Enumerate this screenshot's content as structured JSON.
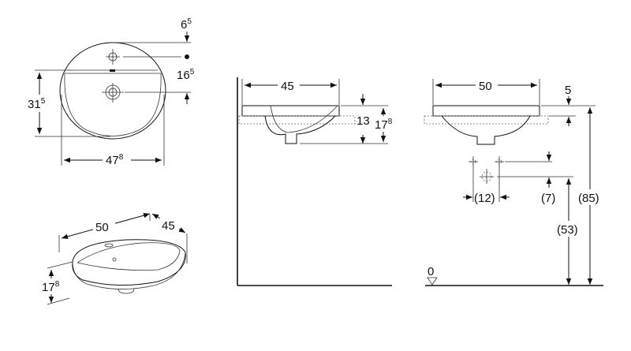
{
  "drawing": {
    "subject": "Oval countertop washbasin dimension drawing",
    "views": {
      "top_view": {
        "dimensions": {
          "tap_hole_offset": {
            "base": "6",
            "sup": "5"
          },
          "tap_to_drain": {
            "base": "16",
            "sup": "5"
          },
          "depth": {
            "base": "31",
            "sup": "5"
          },
          "width": {
            "base": "47",
            "sup": "8"
          }
        }
      },
      "perspective_view": {
        "dimensions": {
          "length": {
            "base": "50"
          },
          "depth": {
            "base": "45"
          },
          "height": {
            "base": "17",
            "sup": "8"
          }
        }
      },
      "side_view": {
        "dimensions": {
          "depth": {
            "base": "45"
          },
          "bowl_depth": {
            "base": "13"
          },
          "total_height": {
            "base": "17",
            "sup": "8"
          }
        }
      },
      "front_view": {
        "dimensions": {
          "width": {
            "base": "50"
          },
          "rim_height": {
            "base": "5"
          },
          "supply_spacing": {
            "base": "(12)"
          },
          "supply_offset": {
            "base": "(7)"
          },
          "supply_height": {
            "base": "(53)"
          },
          "mounting_height": {
            "base": "(85)"
          },
          "floor_level": {
            "base": "0"
          }
        }
      }
    }
  }
}
